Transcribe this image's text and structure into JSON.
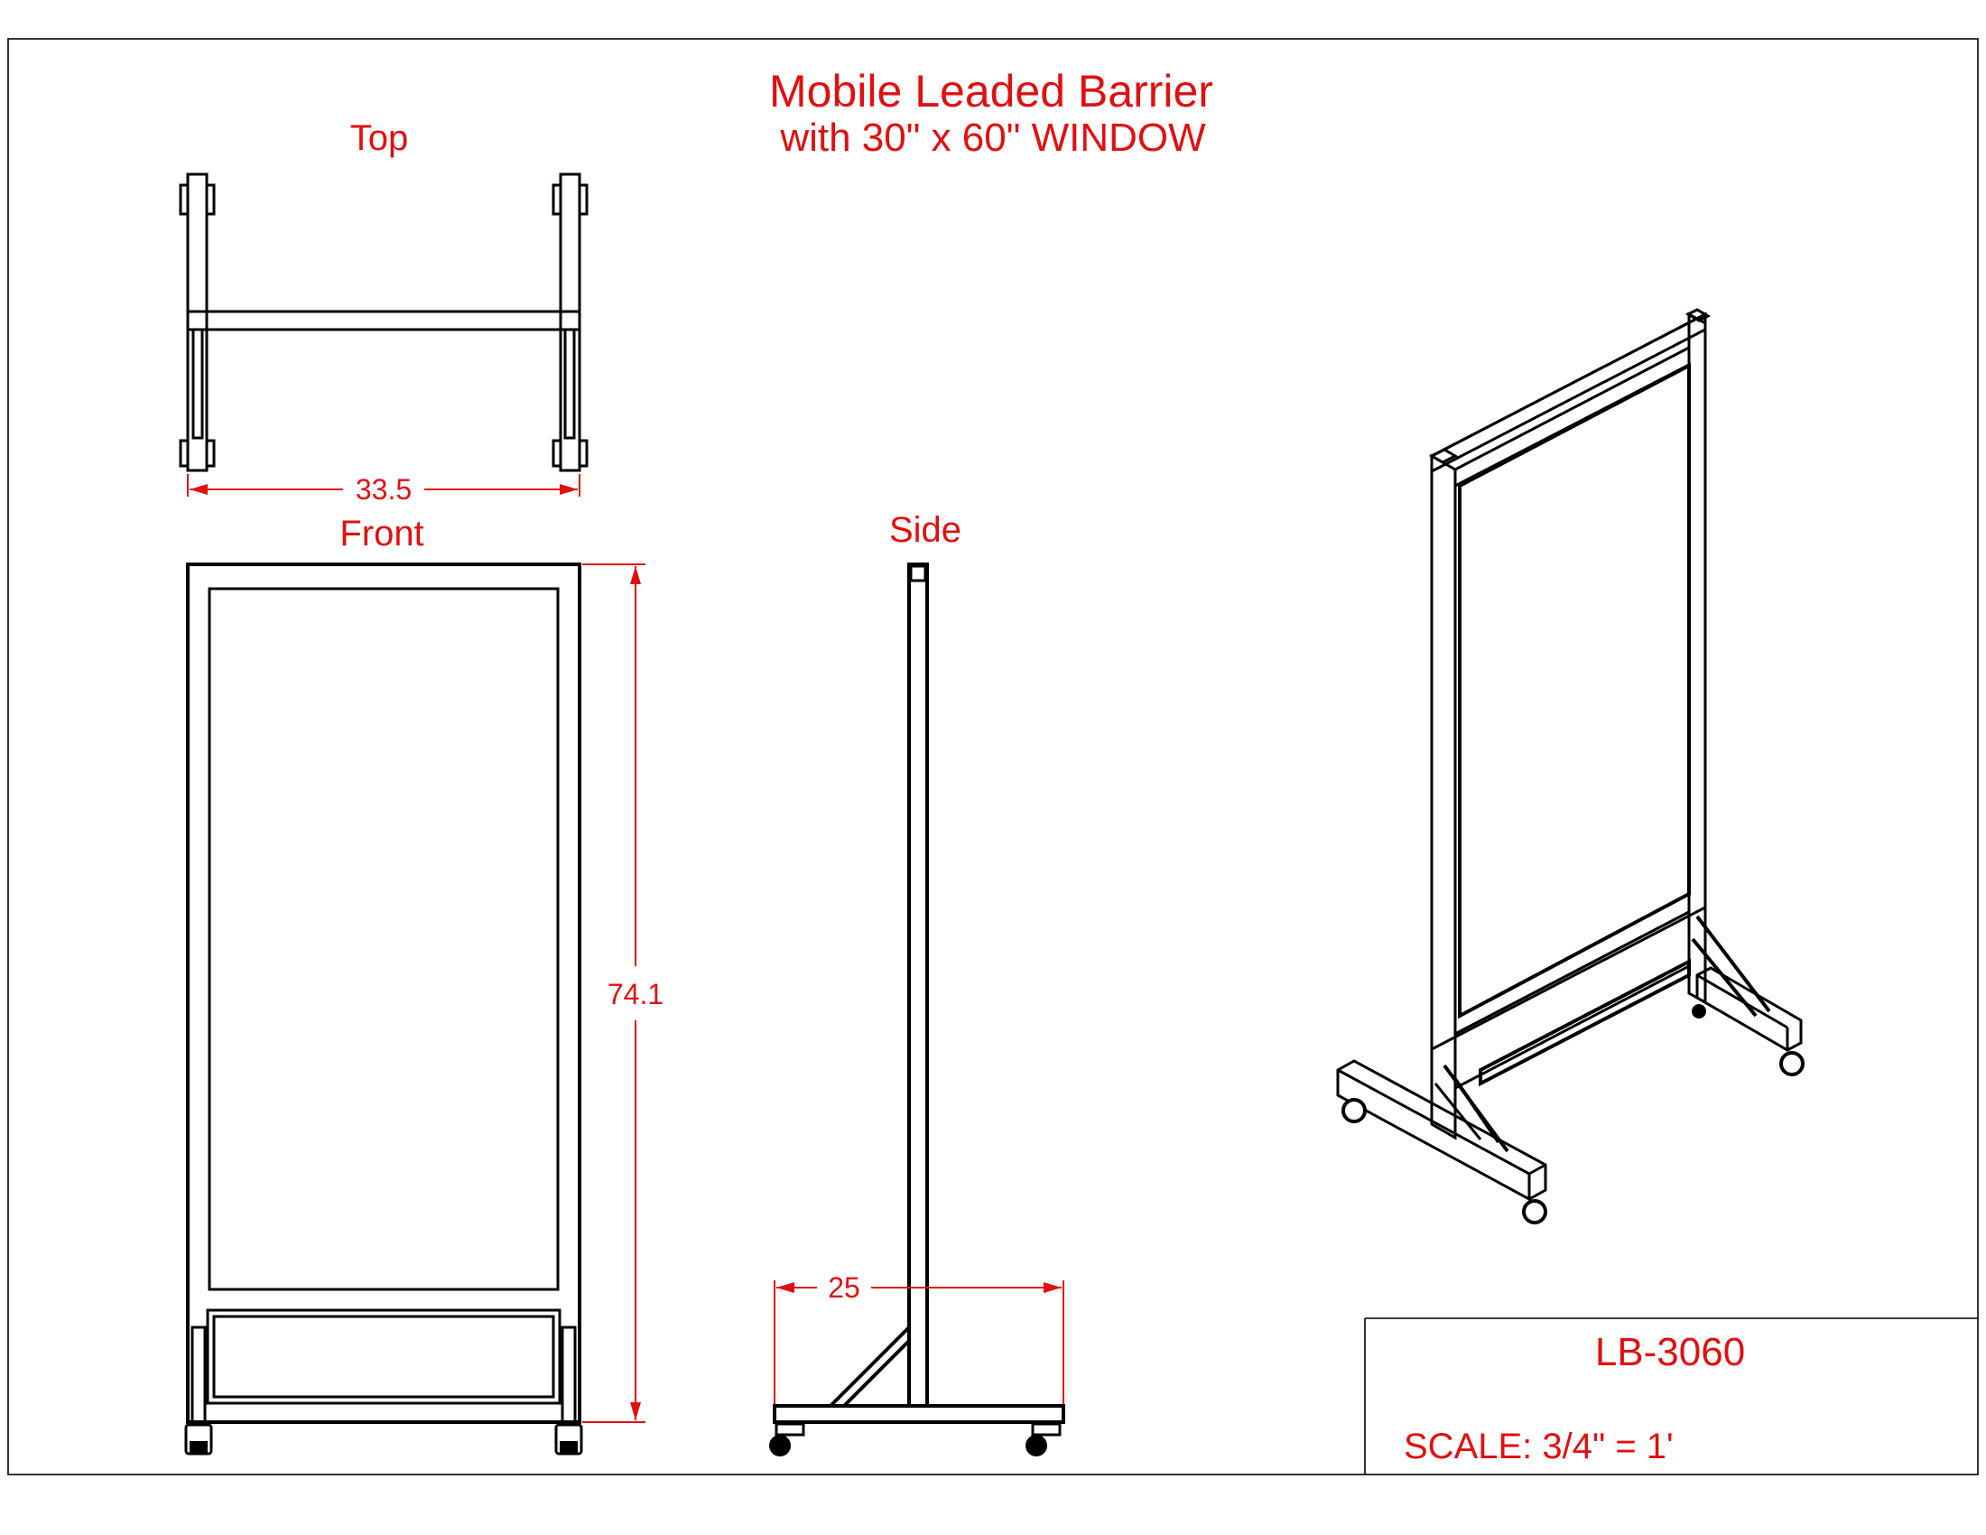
{
  "title": {
    "main": "Mobile Leaded Barrier",
    "sub": "with 30\" x 60\" WINDOW"
  },
  "views": {
    "top": "Top",
    "front": "Front",
    "side": "Side"
  },
  "dimensions": {
    "width": "33.5",
    "height": "74.1",
    "depth": "25"
  },
  "title_block": {
    "part_number": "LB-3060",
    "scale": "SCALE: 3/4\" = 1'"
  },
  "colors": {
    "annotation": "#e01010",
    "linework": "#000000"
  }
}
